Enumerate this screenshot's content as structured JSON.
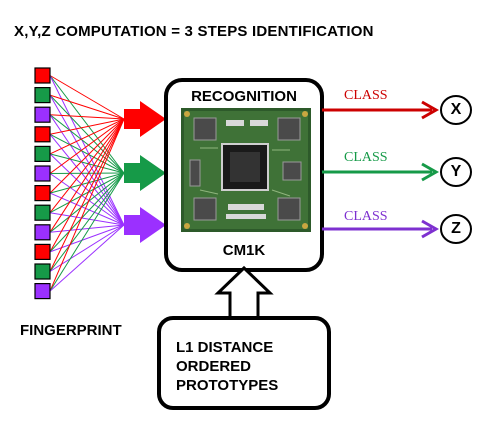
{
  "title": "X,Y,Z COMPUTATION   =  3 STEPS IDENTIFICATION",
  "fingerprint": {
    "label": "FINGERPRINT",
    "cell_colors": [
      "#ff0000",
      "#169a48",
      "#9b30ff",
      "#ff0000",
      "#169a48",
      "#9b30ff",
      "#ff0000",
      "#169a48",
      "#9b30ff",
      "#ff0000",
      "#169a48",
      "#9b30ff"
    ]
  },
  "inputs": {
    "arrow_colors": [
      "#ff0000",
      "#169a48",
      "#9b30ff"
    ]
  },
  "chip": {
    "top_label": "RECOGNITION",
    "bottom_label": "CM1K"
  },
  "outputs": [
    {
      "class_label": "CLASS",
      "letter": "X",
      "color": "#cc0000"
    },
    {
      "class_label": "CLASS",
      "letter": "Y",
      "color": "#169a48"
    },
    {
      "class_label": "CLASS",
      "letter": "Z",
      "color": "#7e30d0"
    }
  ],
  "prototypes": {
    "lines": [
      "L1 DISTANCE",
      "ORDERED",
      "PROTOTYPES"
    ]
  }
}
